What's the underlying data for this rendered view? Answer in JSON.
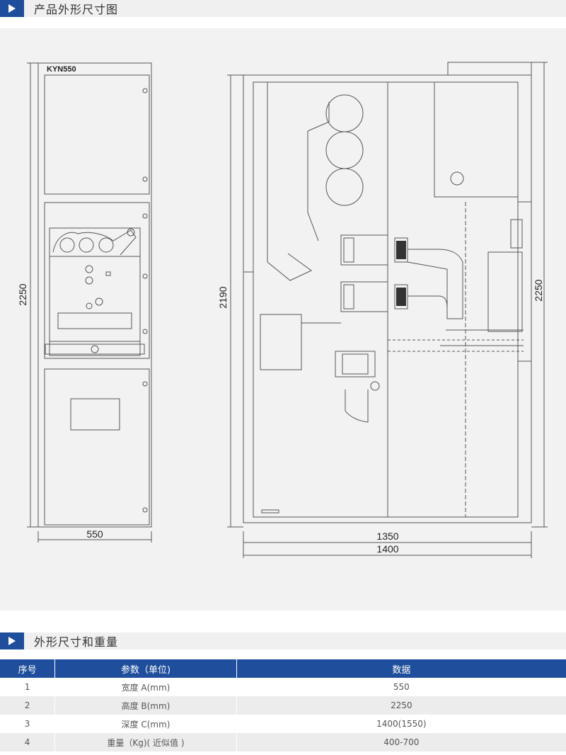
{
  "section1": {
    "title": "产品外形尺寸图"
  },
  "drawing": {
    "model_label": "KYN550",
    "front_height": "2250",
    "front_width": "550",
    "side_height_left": "2190",
    "side_height_right": "2250",
    "side_depth_inner": "1350",
    "side_depth_outer": "1400"
  },
  "section2": {
    "title": "外形尺寸和重量"
  },
  "table": {
    "headers": [
      "序号",
      "参数（单位)",
      "数据"
    ],
    "rows": [
      {
        "no": "1",
        "param": "宽度 A(mm)",
        "value": "550"
      },
      {
        "no": "2",
        "param": "高度 B(mm)",
        "value": "2250"
      },
      {
        "no": "3",
        "param": "深度 C(mm)",
        "value": "1400(1550)"
      },
      {
        "no": "4",
        "param": "重量（Kg)( 近似值 )",
        "value": "400-700"
      }
    ]
  }
}
